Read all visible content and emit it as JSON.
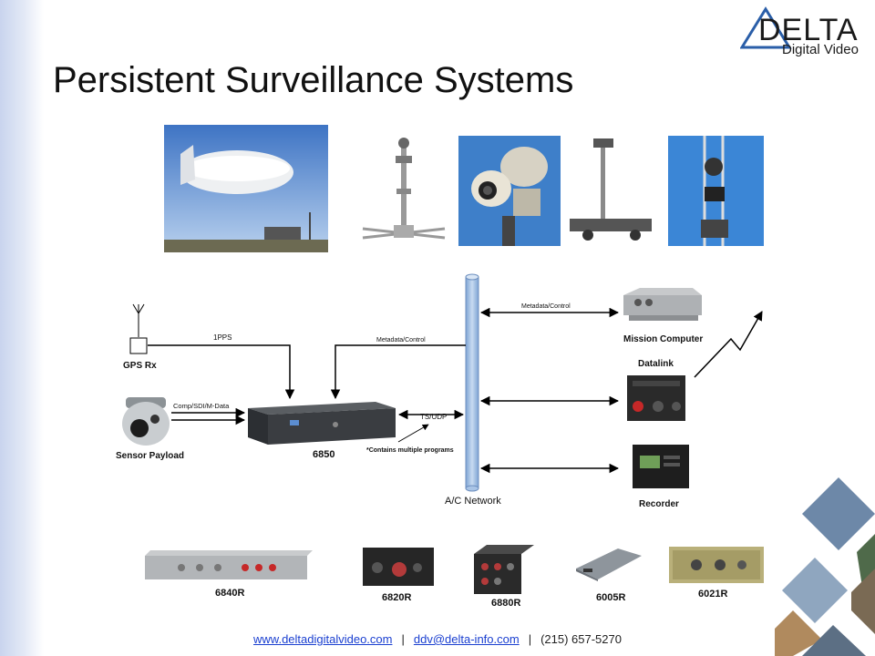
{
  "logo": {
    "word": "DELTA",
    "subtitle": "Digital Video"
  },
  "title": "Persistent Surveillance Systems",
  "diagram": {
    "labels": {
      "gps": "GPS Rx",
      "sensor": "Sensor Payload",
      "device": "6850",
      "network": "A/C Network",
      "mission": "Mission Computer",
      "datalink": "Datalink",
      "recorder": "Recorder",
      "pps": "1PPS",
      "comp_sdi": "Comp/SDI/M-Data",
      "meta_left": "Metadata/Control",
      "meta_top": "Metadata/Control",
      "ts_udp": "TS/UDP",
      "note": "*Contains multiple programs"
    }
  },
  "products": [
    {
      "label": "6840R"
    },
    {
      "label": "6820R"
    },
    {
      "label": "6880R"
    },
    {
      "label": "6005R"
    },
    {
      "label": "6021R"
    }
  ],
  "footer": {
    "website": "www.deltadigitalvideo.com",
    "email": "ddv@delta-info.com",
    "phone": "(215) 657-5270"
  },
  "colors": {
    "accent": "#1a3fd0",
    "network_tube": "#a9c4e6",
    "logo_blue": "#2a5ea8"
  }
}
